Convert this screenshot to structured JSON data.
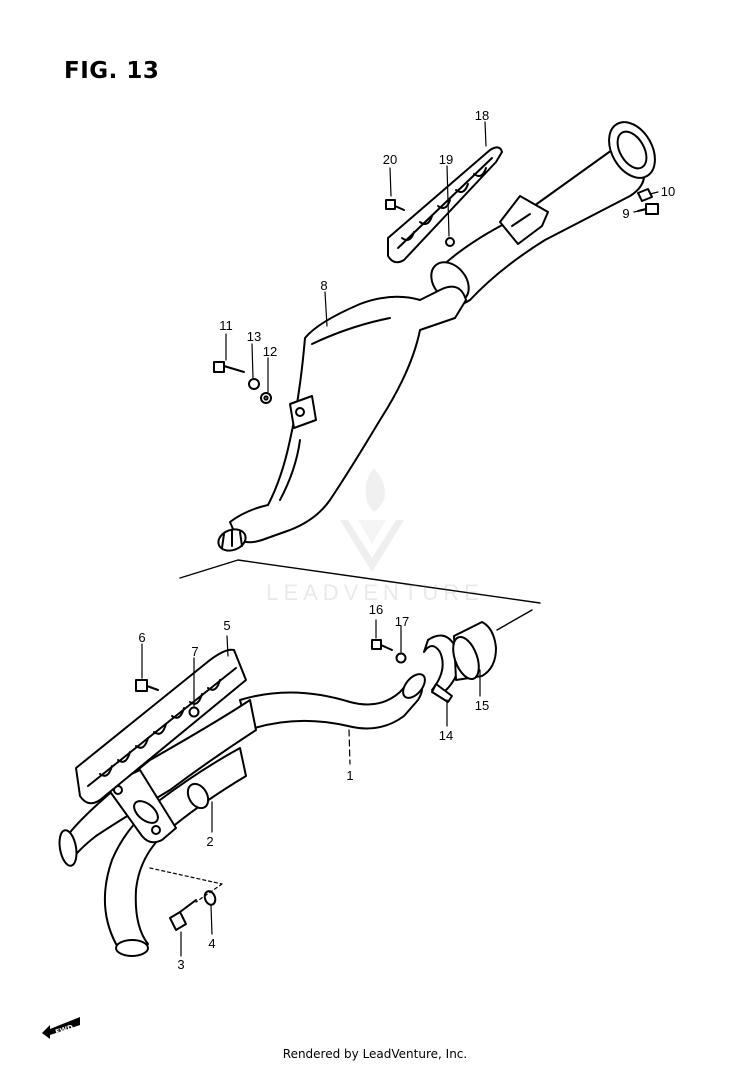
{
  "figure": {
    "title": "FIG. 13"
  },
  "callouts": [
    {
      "id": "1",
      "label": "1"
    },
    {
      "id": "2",
      "label": "2"
    },
    {
      "id": "3",
      "label": "3"
    },
    {
      "id": "4",
      "label": "4"
    },
    {
      "id": "5",
      "label": "5"
    },
    {
      "id": "6",
      "label": "6"
    },
    {
      "id": "7",
      "label": "7"
    },
    {
      "id": "8",
      "label": "8"
    },
    {
      "id": "9",
      "label": "9"
    },
    {
      "id": "10",
      "label": "10"
    },
    {
      "id": "11",
      "label": "11"
    },
    {
      "id": "12",
      "label": "12"
    },
    {
      "id": "13",
      "label": "13"
    },
    {
      "id": "14",
      "label": "14"
    },
    {
      "id": "15",
      "label": "15"
    },
    {
      "id": "16",
      "label": "16"
    },
    {
      "id": "17",
      "label": "17"
    },
    {
      "id": "18",
      "label": "18"
    },
    {
      "id": "19",
      "label": "19"
    },
    {
      "id": "20",
      "label": "20"
    }
  ],
  "watermark": {
    "text": "LEADVENTURE"
  },
  "fwd_indicator": {
    "text": "FWD"
  },
  "footer": {
    "text": "Rendered by LeadVenture, Inc."
  }
}
